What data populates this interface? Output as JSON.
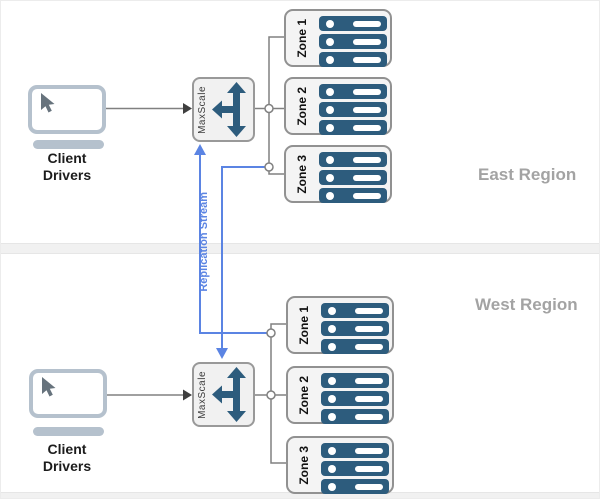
{
  "diagram": {
    "replication_label": "Replication Stream",
    "regions": [
      {
        "name": "East Region",
        "client_label_line1": "Client",
        "client_label_line2": "Drivers",
        "maxscale_label": "MaxScale",
        "zones": [
          "Zone 1",
          "Zone 2",
          "Zone 3"
        ]
      },
      {
        "name": "West Region",
        "client_label_line1": "Client",
        "client_label_line2": "Drivers",
        "maxscale_label": "MaxScale",
        "zones": [
          "Zone 1",
          "Zone 2",
          "Zone 3"
        ]
      }
    ],
    "colors": {
      "server_teal": "#2d5c7d",
      "replication_blue": "#5b84e3",
      "connector_gray": "#808080",
      "box_fill": "#f2f2f2",
      "monitor_gray_blue": "#b5c1cd",
      "region_label_gray": "#a3a3a3"
    }
  }
}
